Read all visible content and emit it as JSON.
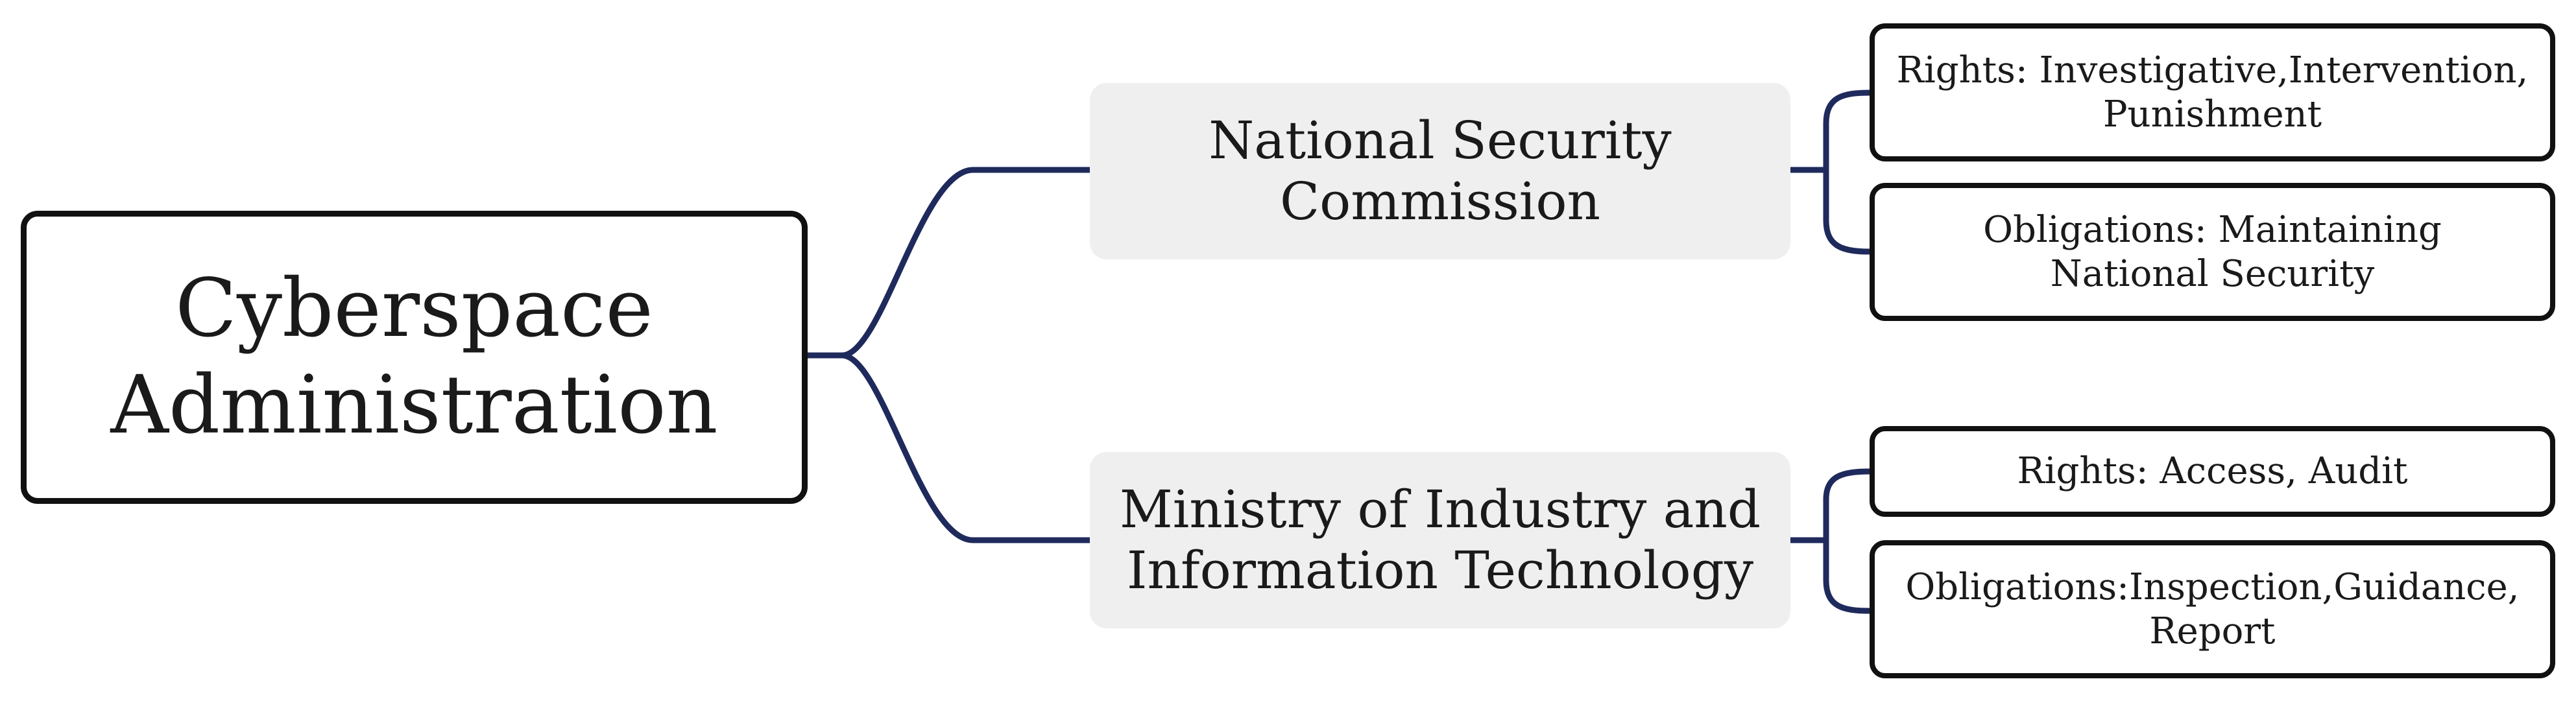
{
  "diagram": {
    "root": {
      "line1": "Cyberspace",
      "line2": "Administration"
    },
    "branches": [
      {
        "line1": "National Security",
        "line2": "Commission",
        "leaves": [
          {
            "line1": "Rights: Investigative,Intervention,",
            "line2": "Punishment"
          },
          {
            "line1": "Obligations: Maintaining",
            "line2": "National Security"
          }
        ]
      },
      {
        "line1": "Ministry of Industry and",
        "line2": "Information Technology",
        "leaves": [
          {
            "line1": "Rights: Access, Audit",
            "line2": ""
          },
          {
            "line1": "Obligations:Inspection,Guidance,",
            "line2": "Report"
          }
        ]
      }
    ],
    "colors": {
      "connector": "#1f2a5c",
      "box_border": "#111111",
      "mid_fill": "#efefef",
      "text": "#1a1a1a"
    }
  }
}
